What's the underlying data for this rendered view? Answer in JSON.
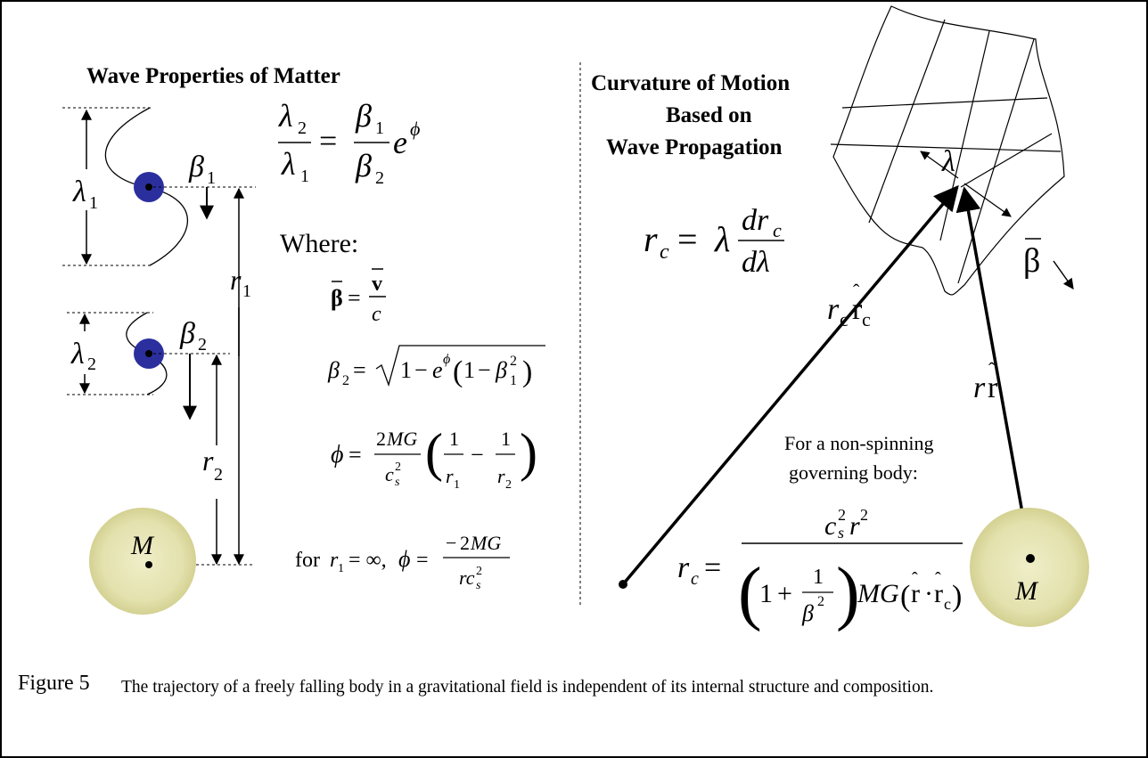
{
  "left_panel": {
    "title": "Wave Properties of Matter",
    "where_label": "Where:",
    "for_prefix": "for"
  },
  "right_panel": {
    "title_lines": [
      "Curvature of Motion",
      "Based on",
      "Wave Propagation"
    ],
    "note_lines": [
      "For a non-spinning",
      "governing body:"
    ]
  },
  "symbols": {
    "lambda1": "λ",
    "lambda2": "λ",
    "beta1": "β",
    "beta2": "β",
    "r1": "r",
    "r2": "r",
    "mass": "M",
    "lambda": "λ",
    "beta_vec": "β",
    "rc_rhat": "r",
    "r_rhat": "r"
  },
  "caption": {
    "label": "Figure 5",
    "text": "The trajectory of a freely falling body in a gravitational field is independent of its internal structure and composition."
  },
  "colors": {
    "particle": "#2b2f9e",
    "mass_center": "#ecebc0",
    "mass_edge": "#d2cf94"
  }
}
